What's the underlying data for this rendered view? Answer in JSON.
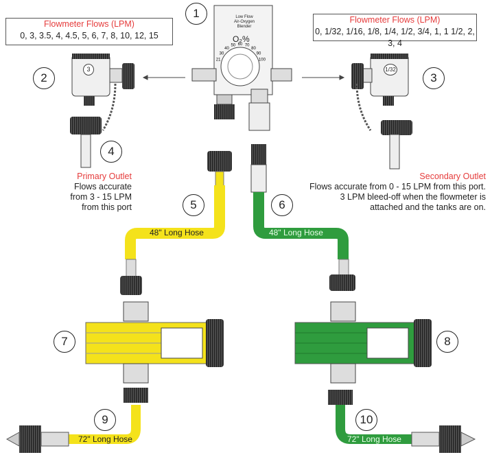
{
  "left_box": {
    "title": "Flowmeter Flows (LPM)",
    "values": "0, 3, 3.5, 4, 4.5, 5, 6, 7, 8, 10, 12, 15"
  },
  "right_box": {
    "title": "Flowmeter Flows (LPM)",
    "values": "0, 1/32, 1/16, 1/8, 1/4, 1/2, 3/4, 1, 1 1/2, 2, 3, 4"
  },
  "blender": {
    "line1": "Low Flow",
    "line2": "Air-Oxygen Blender",
    "o2": "O₂%",
    "dial": [
      "21",
      "30",
      "40",
      "50",
      "60",
      "70",
      "80",
      "90",
      "100"
    ]
  },
  "primary": {
    "title": "Primary Outlet",
    "lines": [
      "Flows accurate",
      "from 3 - 15 LPM",
      "from this port"
    ],
    "flowmeter_label": "3"
  },
  "secondary": {
    "title": "Secondary Outlet",
    "lines": [
      "Flows accurate from 0 - 15 LPM from this port.",
      "3 LPM bleed-off when the flowmeter is",
      "attached and the tanks are on."
    ],
    "flowmeter_label": "1/32"
  },
  "hoses": {
    "h5": "48\" Long Hose",
    "h6": "48\" Long Hose",
    "h9": "72\" Long Hose",
    "h10": "72\" Long Hose"
  },
  "callouts": [
    "1",
    "2",
    "3",
    "4",
    "5",
    "6",
    "7",
    "8",
    "9",
    "10"
  ],
  "colors": {
    "yellow": "#f4e21b",
    "green": "#2f9c3e",
    "accent_red": "#e53b3b"
  }
}
